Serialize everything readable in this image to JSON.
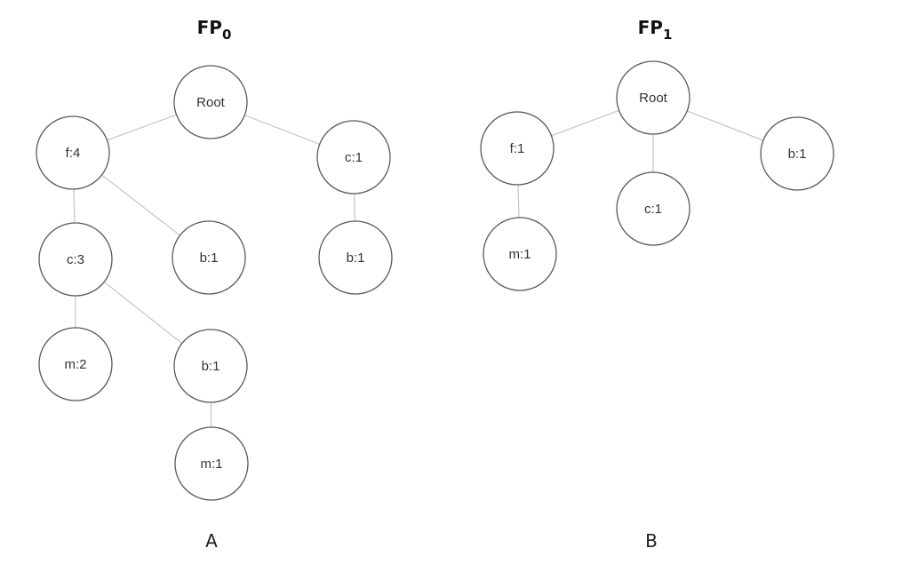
{
  "trees": [
    {
      "title": "FP",
      "title_subscript": "0",
      "caption": "A",
      "nodes": [
        {
          "id": "root",
          "label": "Root"
        },
        {
          "id": "f4",
          "label": "f:4",
          "parent": "root"
        },
        {
          "id": "c1",
          "label": "c:1",
          "parent": "root"
        },
        {
          "id": "c3",
          "label": "c:3",
          "parent": "f4"
        },
        {
          "id": "b1a",
          "label": "b:1",
          "parent": "f4"
        },
        {
          "id": "b1b",
          "label": "b:1",
          "parent": "c1"
        },
        {
          "id": "m2",
          "label": "m:2",
          "parent": "c3"
        },
        {
          "id": "b1c",
          "label": "b:1",
          "parent": "c3"
        },
        {
          "id": "m1",
          "label": "m:1",
          "parent": "b1c"
        }
      ]
    },
    {
      "title": "FP",
      "title_subscript": "1",
      "caption": "B",
      "nodes": [
        {
          "id": "root",
          "label": "Root"
        },
        {
          "id": "f1",
          "label": "f:1",
          "parent": "root"
        },
        {
          "id": "c1",
          "label": "c:1",
          "parent": "root"
        },
        {
          "id": "b1",
          "label": "b:1",
          "parent": "root"
        },
        {
          "id": "m1",
          "label": "m:1",
          "parent": "f1"
        }
      ]
    }
  ]
}
